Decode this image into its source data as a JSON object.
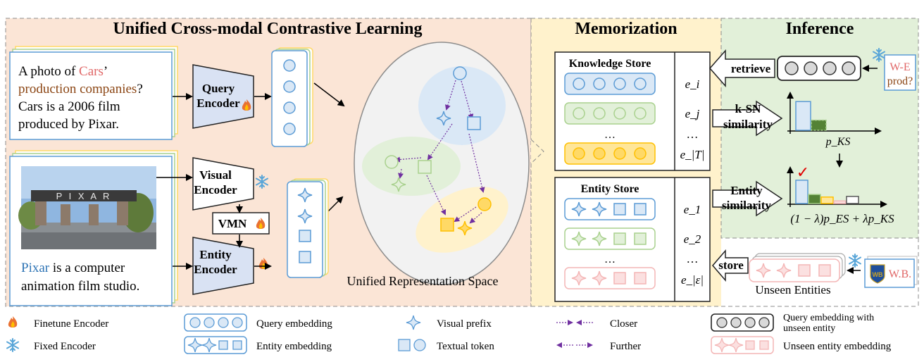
{
  "panels": {
    "left_title": "Unified Cross-modal Contrastive Learning",
    "mid_title": "Memorization",
    "right_title": "Inference"
  },
  "query_text": {
    "line1_prefix": "A photo of ",
    "line1_highlight": "Cars",
    "line1_suffix": "’",
    "line2_highlight": "production companies",
    "line2_suffix": "?",
    "line3": "Cars is a 2006 film",
    "line4": "produced by Pixar."
  },
  "entity_text": {
    "line1_highlight": "Pixar",
    "line1_suffix": " is a computer",
    "line2": "animation film studio.",
    "image_sign": "P I X A R"
  },
  "encoders": {
    "query_l1": "Query",
    "query_l2": "Encoder",
    "visual_l1": "Visual",
    "visual_l2": "Encoder",
    "vmn": "VMN",
    "entity_l1": "Entity",
    "entity_l2": "Encoder"
  },
  "space_label": "Unified Representation Space",
  "knowledge_store": {
    "title": "Knowledge Store",
    "dots": "…",
    "labels": [
      "e_i",
      "e_j",
      "…",
      "e_|T|"
    ]
  },
  "entity_store": {
    "title": "Entity Store",
    "dots": "…",
    "labels": [
      "e_1",
      "e_2",
      "…",
      "e_|ε|"
    ]
  },
  "arrows": {
    "ksn_l1": "k-SN",
    "ksn_l2": "similarity",
    "entity_l1": "Entity",
    "entity_l2": "similarity",
    "retrieve": "retrieve",
    "store": "store"
  },
  "inference": {
    "query_l1": "W-E",
    "query_l2": "prod?",
    "pks_label": "p_KS",
    "formula": "(1 − λ)p_ES + λp_KS",
    "check": "✓"
  },
  "unseen": {
    "logo_text": "W.B.",
    "logo_mark": "WB",
    "label": "Unseen Entities"
  },
  "legend": {
    "finetune": "Finetune Encoder",
    "fixed": "Fixed Encoder",
    "query_emb": "Query embedding",
    "entity_emb": "Entity embedding",
    "visual_prefix": "Visual prefix",
    "textual_token": "Textual token",
    "closer": "Closer",
    "further": "Further",
    "unseen_query_l1": "Query embedding with",
    "unseen_query_l2": "unseen entity",
    "unseen_entity": "Unseen entity embedding"
  },
  "colors": {
    "left_bg": "#fbe5d6",
    "mid_bg": "#fff2cc",
    "right_bg": "#e2f0d9",
    "blue": "#5b9bd5",
    "blue_fill": "#dae8f6",
    "green": "#a9d18e",
    "green_fill": "#e2f0d9",
    "yellow": "#ffc000",
    "pink": "#f4b6b6",
    "purple": "#7030a0",
    "fire": "#e97132",
    "snow": "#5aa6d8",
    "highlight_red": "#e06666",
    "highlight_brown": "#8b4513",
    "link_blue": "#2e74b5"
  },
  "chart_data": {
    "type": "bar",
    "pks": [
      {
        "value": 0.85,
        "color": "blue"
      },
      {
        "value": 0.3,
        "color": "green"
      }
    ],
    "combined": [
      {
        "value": 0.72,
        "color": "blue"
      },
      {
        "value": 0.28,
        "color": "green"
      },
      {
        "value": 0.2,
        "color": "yellow"
      },
      {
        "value": 0.08,
        "color": "pink"
      },
      {
        "value": 0.22,
        "color": "gray"
      }
    ]
  }
}
